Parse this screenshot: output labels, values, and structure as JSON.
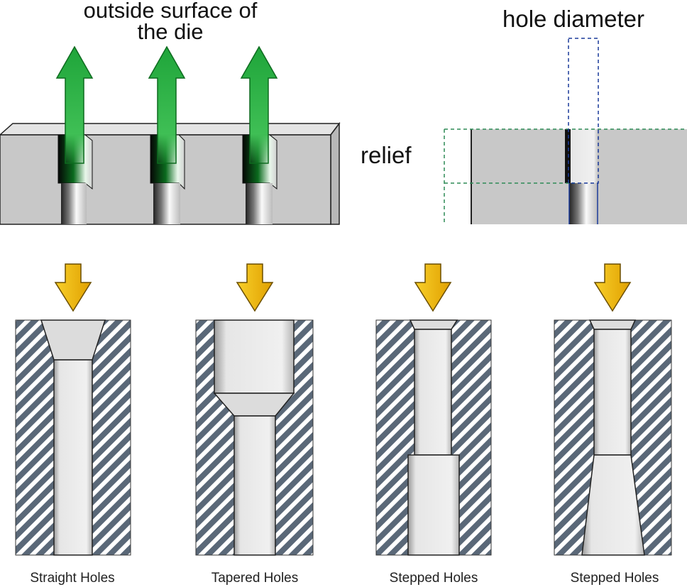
{
  "labels": {
    "outside_surface": "outside surface of the die",
    "hole_diameter": "hole diameter",
    "relief": "relief"
  },
  "captions": [
    "Straight Holes",
    "Tapered Holes",
    "Stepped Holes",
    "Stepped Holes"
  ],
  "colors": {
    "die_face": "#c8c8c8",
    "hatch": "#5a6878",
    "arrow_green": "#1fa53a",
    "arrow_yellow": "#f2b705",
    "relief_dash": "#2e8b57",
    "diameter_dash": "#1a3a9a"
  }
}
